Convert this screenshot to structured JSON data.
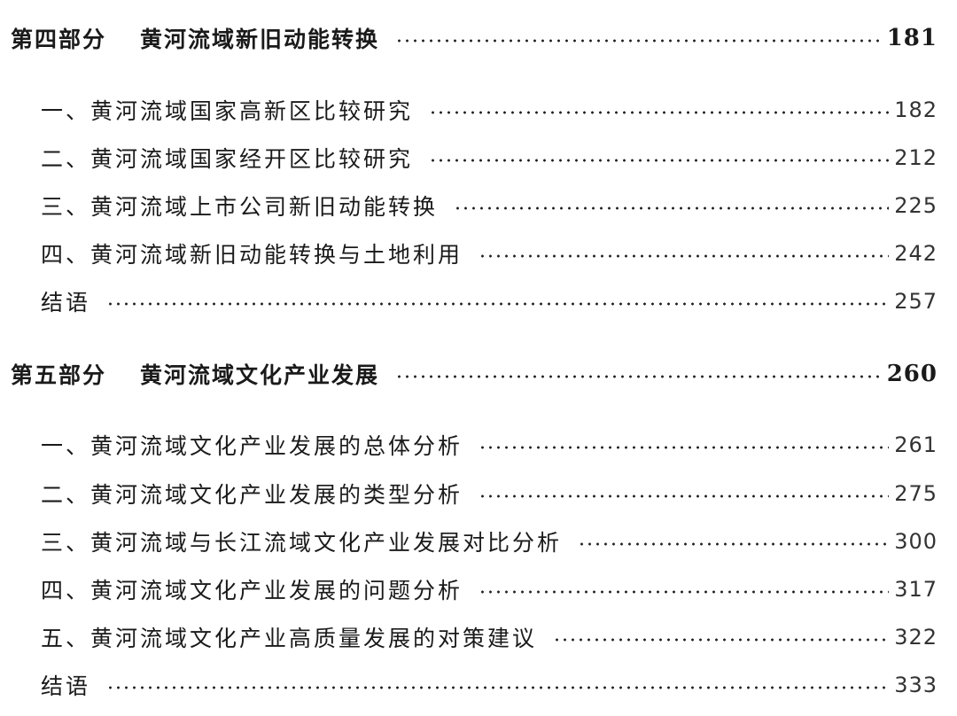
{
  "toc": {
    "part4": {
      "number": "第四部分",
      "title": "黄河流域新旧动能转换",
      "page": "181",
      "sections": [
        {
          "label": "一、黄河流域国家高新区比较研究",
          "page": "182"
        },
        {
          "label": "二、黄河流域国家经开区比较研究",
          "page": "212"
        },
        {
          "label": "三、黄河流域上市公司新旧动能转换",
          "page": "225"
        },
        {
          "label": "四、黄河流域新旧动能转换与土地利用",
          "page": "242"
        },
        {
          "label": "结语",
          "page": "257"
        }
      ]
    },
    "part5": {
      "number": "第五部分",
      "title": "黄河流域文化产业发展",
      "page": "260",
      "sections": [
        {
          "label": "一、黄河流域文化产业发展的总体分析",
          "page": "261"
        },
        {
          "label": "二、黄河流域文化产业发展的类型分析",
          "page": "275"
        },
        {
          "label": "三、黄河流域与长江流域文化产业发展对比分析",
          "page": "300"
        },
        {
          "label": "四、黄河流域文化产业发展的问题分析",
          "page": "317"
        },
        {
          "label": "五、黄河流域文化产业高质量发展的对策建议",
          "page": "322"
        },
        {
          "label": "结语",
          "page": "333"
        }
      ]
    }
  }
}
